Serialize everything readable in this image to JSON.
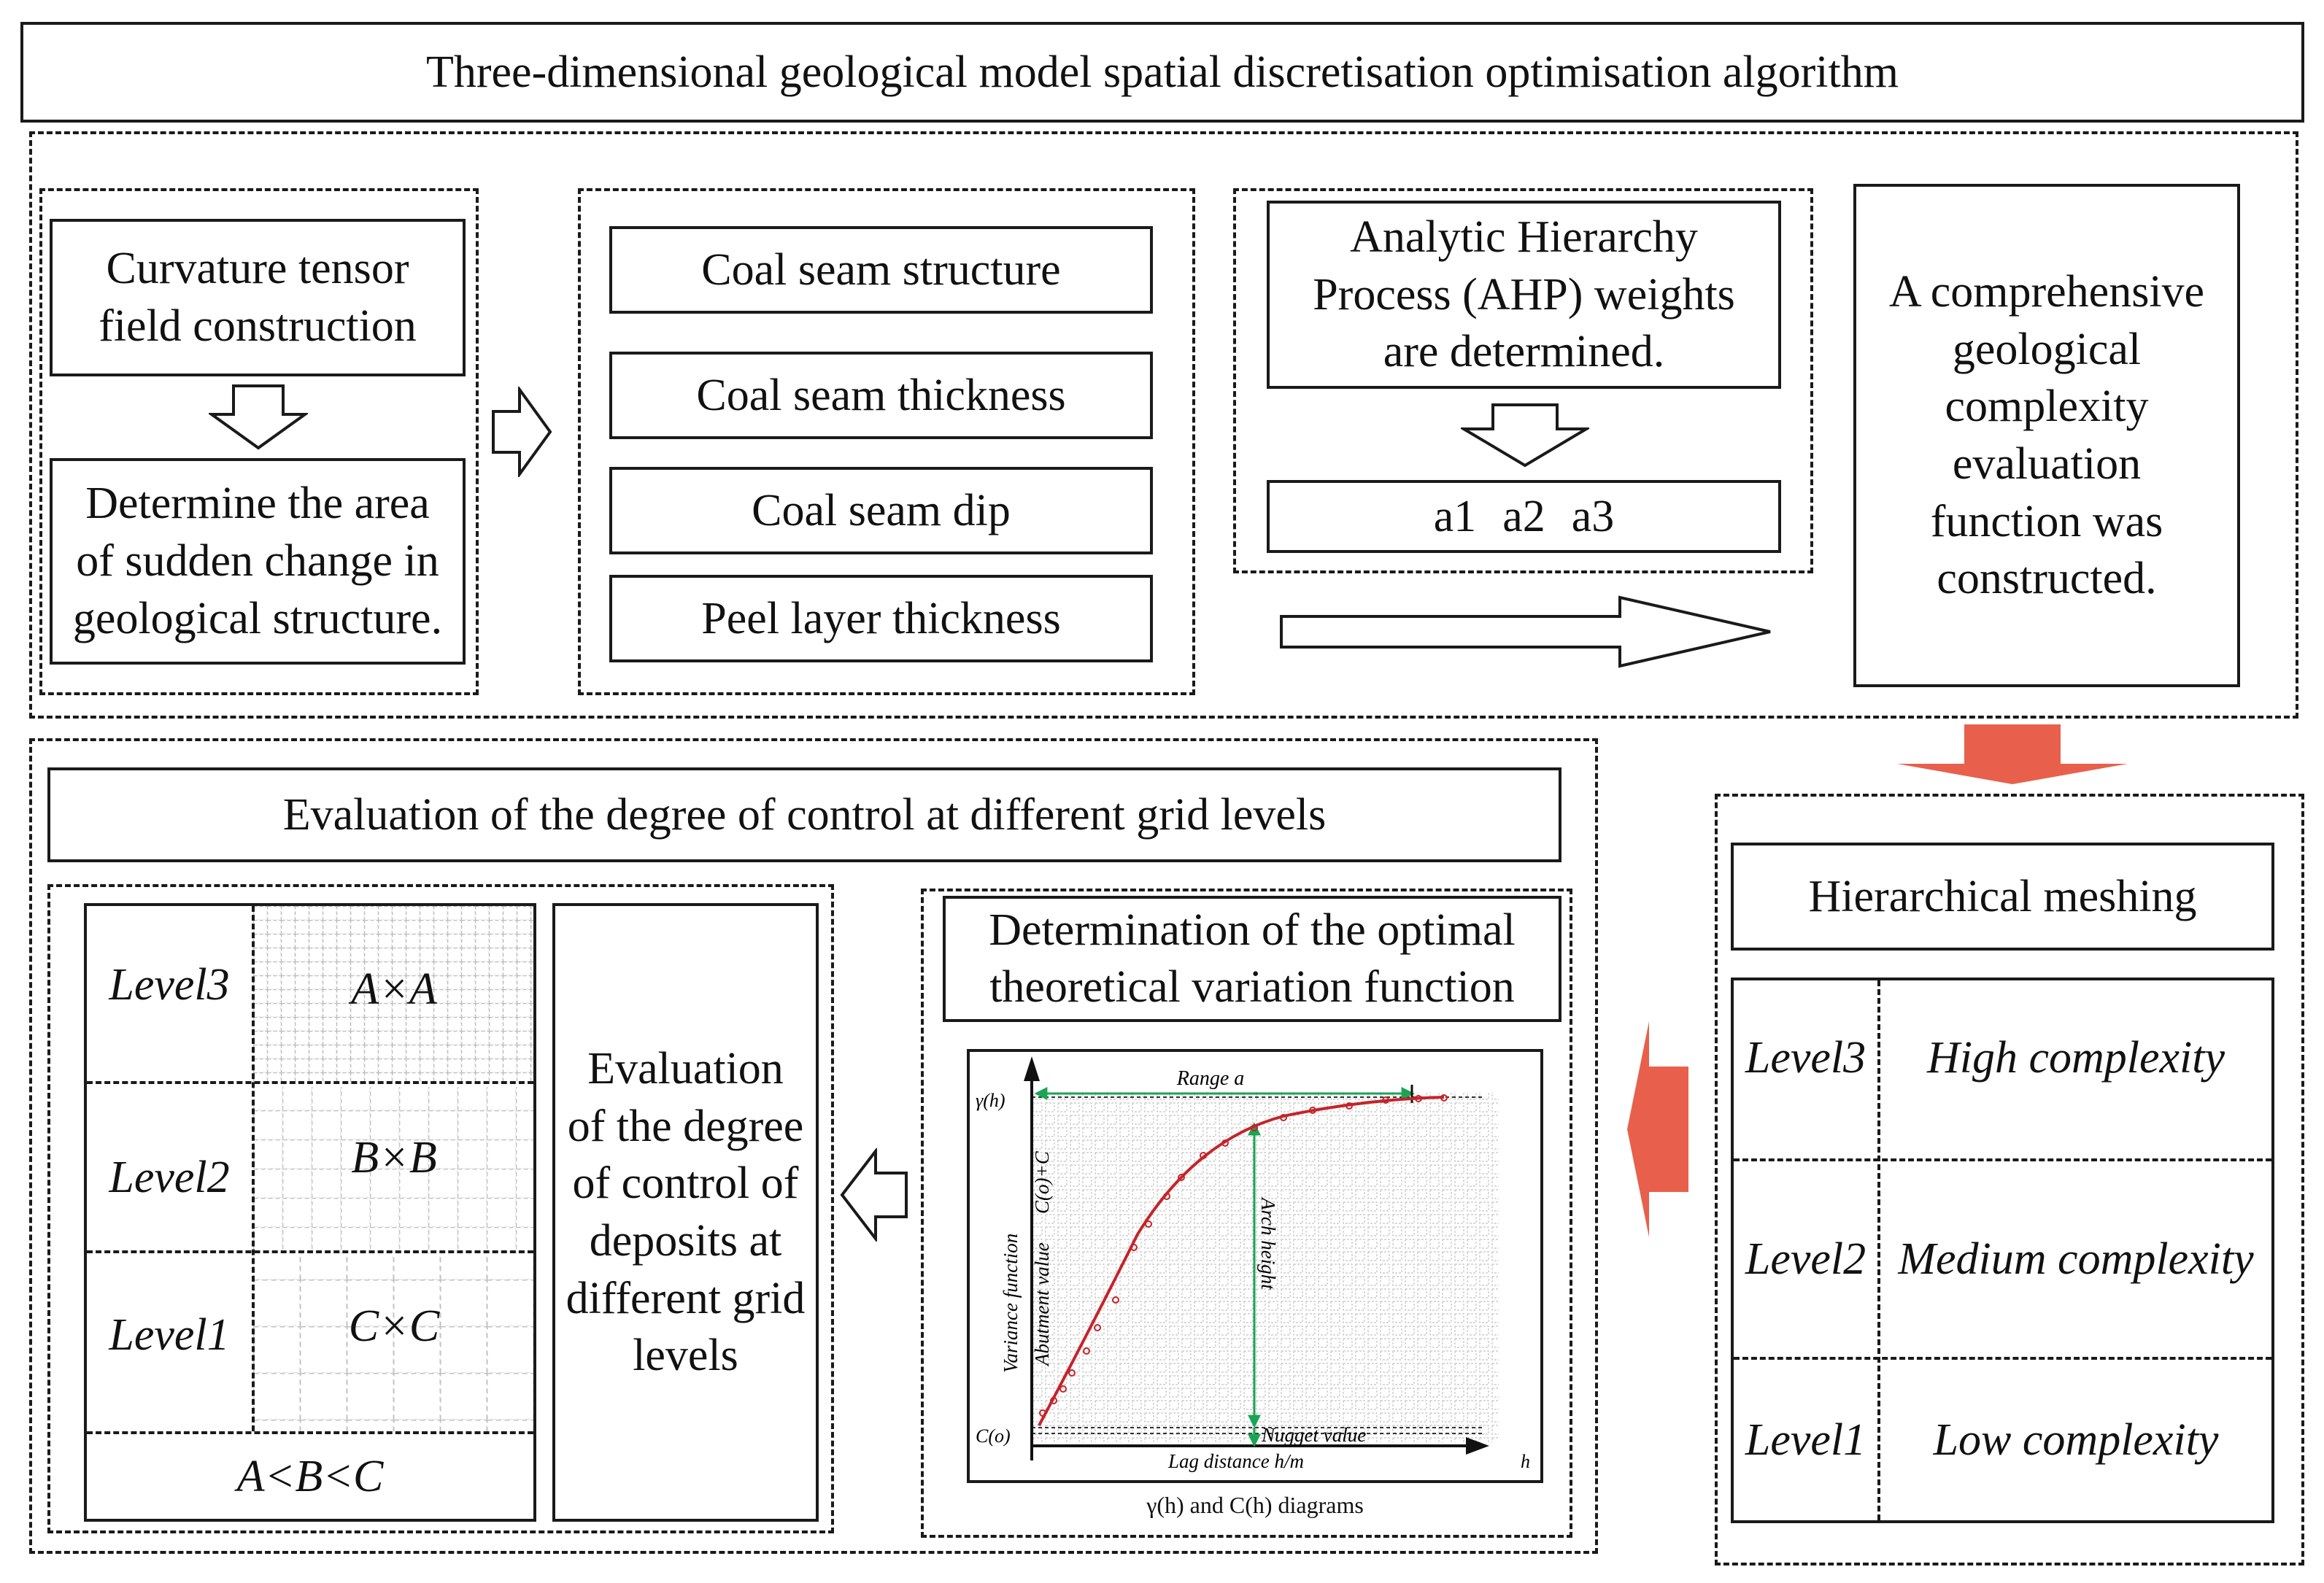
{
  "title": "Three-dimensional geological model spatial discretisation optimisation algorithm",
  "curvature": {
    "box1": "Curvature tensor field construction",
    "box2": "Determine the area of sudden change in geological structure."
  },
  "factors": [
    "Coal seam structure",
    "Coal seam thickness",
    "Coal seam dip",
    "Peel layer thickness"
  ],
  "ahp": {
    "text": "Analytic Hierarchy Process (AHP) weights are determined.",
    "weights": [
      "a1",
      "a2",
      "a3"
    ]
  },
  "function_box": "A comprehensive geological complexity evaluation function was constructed.",
  "evaluation": {
    "title": "Evaluation of the degree of control at different grid levels",
    "levels": [
      {
        "label": "Level3",
        "grid": "A×A"
      },
      {
        "label": "Level2",
        "grid": "B×B"
      },
      {
        "label": "Level1",
        "grid": "C×C"
      }
    ],
    "inequality": "A<B<C",
    "deposits_text": "Evaluation of the degree of control of deposits at different grid levels"
  },
  "variation": {
    "title": "Determination of the optimal theoretical variation function",
    "caption": "γ(h) and C(h) diagrams",
    "chart_labels": {
      "range": "Range a",
      "gamma": "γ(h)",
      "sill": "C(o)+C",
      "c0": "C(o)",
      "variance": "Variance function",
      "abutment": "Abutment value",
      "arch": "Arch height",
      "nugget": "Nugget value",
      "lag": "Lag distance h/m",
      "h": "h"
    }
  },
  "meshing": {
    "title": "Hierarchical meshing",
    "rows": [
      {
        "level": "Level3",
        "complexity": "High complexity"
      },
      {
        "level": "Level2",
        "complexity": "Medium complexity"
      },
      {
        "level": "Level1",
        "complexity": "Low complexity"
      }
    ]
  },
  "colors": {
    "arrow_red": "#e8604c",
    "curve": "#c4242a",
    "guide": "#1aa555"
  }
}
